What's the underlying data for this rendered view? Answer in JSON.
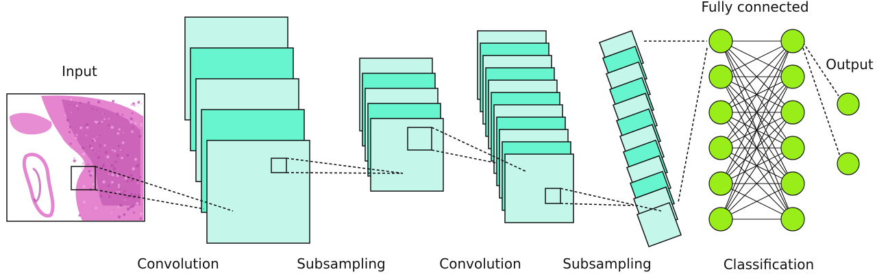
{
  "labels": {
    "input": "Input",
    "fully_connected": "Fully connected",
    "output": "Output",
    "convolution_1": "Convolution",
    "subsampling_1": "Subsampling",
    "convolution_2": "Convolution",
    "subsampling_2": "Subsampling",
    "classification": "Classification"
  },
  "layers": {
    "conv1_maps": 5,
    "pool1_maps": 5,
    "conv2_maps": 11,
    "pool2_maps": 12,
    "fc_nodes_per_column": 6,
    "output_nodes": 2
  },
  "colors": {
    "map_light": "#c4f6ea",
    "map_dark": "#66f5cf",
    "node_fill": "#99ee1a",
    "stain_pink": "#e070c8",
    "stain_purple": "#b848a8"
  }
}
